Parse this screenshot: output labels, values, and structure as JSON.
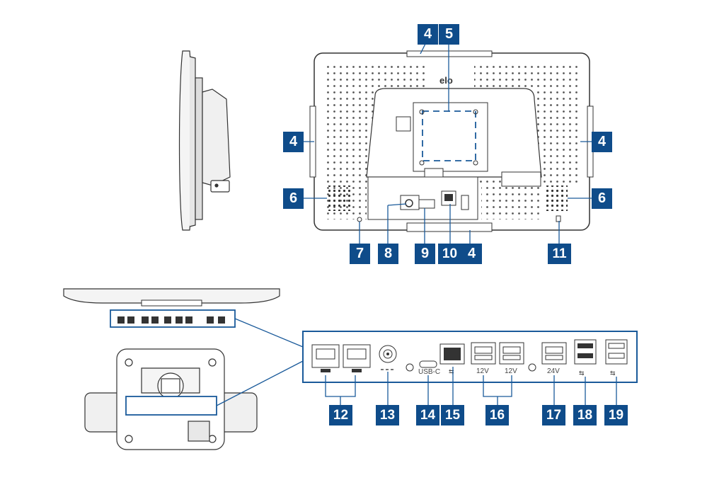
{
  "callouts": {
    "c4_top": "4",
    "c5": "5",
    "c4_left": "4",
    "c4_right": "4",
    "c6_left": "6",
    "c6_right": "6",
    "c7": "7",
    "c8": "8",
    "c9": "9",
    "c10": "10",
    "c4_bottom": "4",
    "c11": "11",
    "c12": "12",
    "c13": "13",
    "c14": "14",
    "c15": "15",
    "c16": "16",
    "c17": "17",
    "c18": "18",
    "c19": "19"
  },
  "port_labels": {
    "usbc": "USB-C",
    "v12a": "12V",
    "v12b": "12V",
    "v24": "24V"
  },
  "logo": "elo",
  "colors": {
    "callout_bg": "#0f4c8a",
    "line": "#1a5a9a",
    "outline": "#333333"
  }
}
